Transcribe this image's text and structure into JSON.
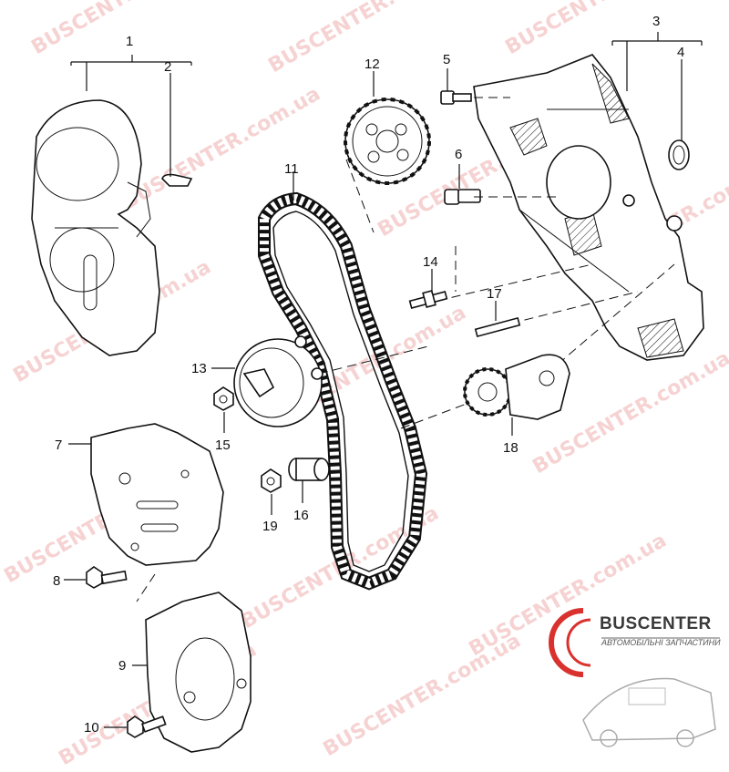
{
  "diagram": {
    "part_numbers": [
      "1",
      "2",
      "3",
      "4",
      "5",
      "6",
      "7",
      "8",
      "9",
      "10",
      "11",
      "12",
      "13",
      "14",
      "15",
      "16",
      "17",
      "18",
      "19"
    ]
  },
  "watermark": {
    "text": "BUSCENTER.com.ua"
  },
  "logo": {
    "title": "BUSCENTER",
    "subtitle": "АВТОМОБІЛЬНІ ЗАПЧАСТИНИ"
  },
  "colors": {
    "line": "#111111",
    "watermark": "#e06060",
    "logo_red": "#d9322e"
  }
}
